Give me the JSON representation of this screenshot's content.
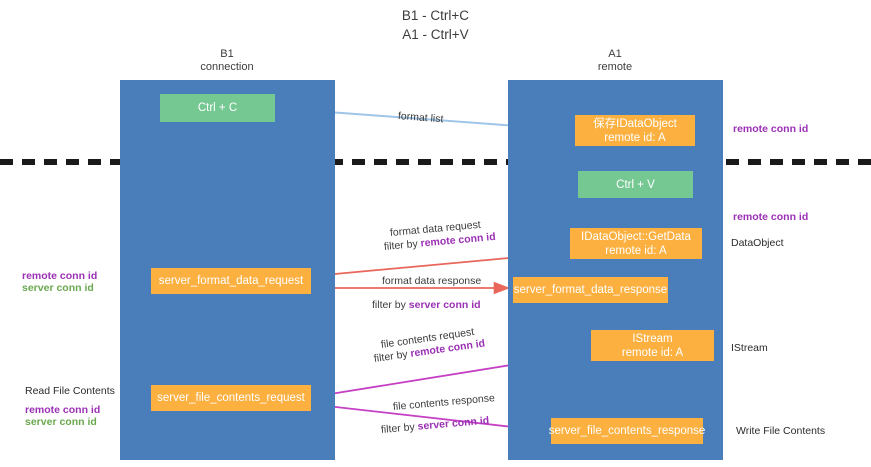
{
  "title": "B1 - Ctrl+C\nA1 - Ctrl+V",
  "lanes": [
    {
      "id": "b1",
      "header": "B1\nconnection"
    },
    {
      "id": "a1",
      "header": "A1\nremote"
    }
  ],
  "nodes": {
    "ctrl_c": "Ctrl + C",
    "save_idataobject": "保存IDataObject\nremote id: A",
    "ctrl_v": "Ctrl + V",
    "getdata": "IDataObject::GetData\nremote id: A",
    "server_format_data_request": "server_format_data_request",
    "server_format_data_response": "server_format_data_response",
    "istream": "IStream\nremote id: A",
    "server_file_contents_request": "server_file_contents_request",
    "server_file_contents_response": "server_file_contents_response"
  },
  "edge_labels": {
    "format_list": "format list",
    "format_data_request": "format data request",
    "format_data_request_filter_prefix": "filter by ",
    "format_data_request_filter_key": "remote conn id",
    "format_data_response": "format data response",
    "format_data_response_filter_prefix": "filter by ",
    "format_data_response_filter_key": "server conn id",
    "file_contents_request": "file contents request",
    "file_contents_request_filter_prefix": "filter by ",
    "file_contents_request_filter_key": "remote conn id",
    "file_contents_response": "file contents response",
    "file_contents_response_filter_prefix": "filter by ",
    "file_contents_response_filter_key": "server conn id"
  },
  "side_labels": {
    "right_remote_conn_id_top": "remote conn id",
    "right_remote_conn_id_mid": "remote conn id",
    "right_dataobject": "DataObject",
    "right_istream": "IStream",
    "right_write_file_contents": "Write File Contents",
    "left_remote_conn_id_mid": "remote conn id",
    "left_server_conn_id_mid": "server conn id",
    "left_read_file_contents": "Read File Contents",
    "left_remote_conn_id_bottom": "remote conn id",
    "left_server_conn_id_bottom": "server conn id"
  },
  "colors": {
    "lane": "#4a7ebb",
    "node_orange": "#fbb040",
    "node_green": "#76c893",
    "purple": "#9b30b5",
    "green": "#6aa84f",
    "arrow_blue": "#9fc5e8",
    "arrow_red": "#e8675a",
    "arrow_magenta": "#c540c5",
    "arrow_black": "#1a1a1a",
    "divider": "#1a1a1a"
  }
}
